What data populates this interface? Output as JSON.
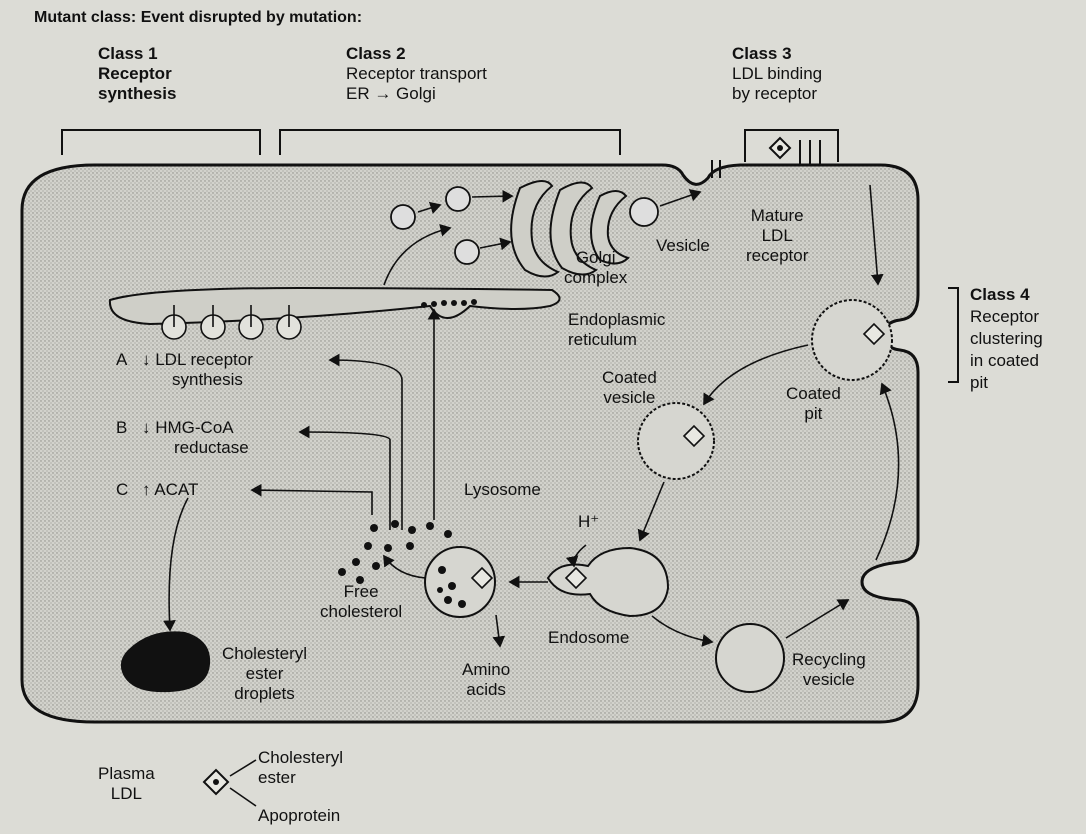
{
  "header": {
    "mutant_class": "Mutant class: Event disrupted by mutation:"
  },
  "classes": {
    "c1": {
      "title": "Class 1",
      "line1": "Receptor",
      "line2": "synthesis"
    },
    "c2": {
      "title": "Class 2",
      "line1": "Receptor transport",
      "line2": "ER → Golgi"
    },
    "c3": {
      "title": "Class 3",
      "line1": "LDL binding",
      "line2": "by receptor"
    },
    "c4": {
      "title": "Class 4",
      "line1": "Receptor",
      "line2": "clustering",
      "line3": "in coated",
      "line4": "pit"
    }
  },
  "structures": {
    "golgi": {
      "line1": "Golgi",
      "line2": "complex"
    },
    "vesicle": "Vesicle",
    "mature": {
      "line1": "Mature",
      "line2": "LDL",
      "line3": "receptor"
    },
    "er": {
      "line1": "Endoplasmic",
      "line2": "reticulum"
    },
    "coated_vesicle": {
      "line1": "Coated",
      "line2": "vesicle"
    },
    "coated_pit": {
      "line1": "Coated",
      "line2": "pit"
    },
    "lysosome": "Lysosome",
    "hplus": "H⁺",
    "endosome": "Endosome",
    "recycling": {
      "line1": "Recycling",
      "line2": "vesicle"
    },
    "free_chol": {
      "line1": "Free",
      "line2": "cholesterol"
    },
    "amino": {
      "line1": "Amino",
      "line2": "acids"
    },
    "droplets": {
      "line1": "Cholesteryl",
      "line2": "ester",
      "line3": "droplets"
    }
  },
  "regulation": {
    "a": {
      "letter": "A",
      "line1": "↓ LDL receptor",
      "line2": "synthesis"
    },
    "b": {
      "letter": "B",
      "line1": "↓ HMG-CoA",
      "line2": "reductase"
    },
    "c": {
      "letter": "C",
      "line1": "↑ ACAT"
    }
  },
  "legend": {
    "plasma": {
      "line1": "Plasma",
      "line2": "LDL"
    },
    "ester": {
      "line1": "Cholesteryl",
      "line2": "ester"
    },
    "apoprotein": {
      "line1": "Apoprotein"
    }
  }
}
